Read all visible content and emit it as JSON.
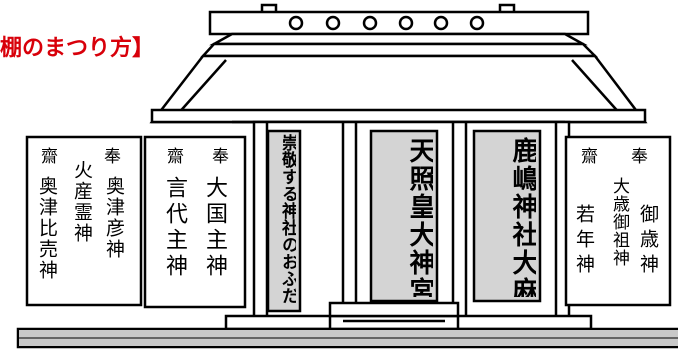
{
  "title": "棚のまつり方】",
  "left_plaque": {
    "header_left": "齋",
    "header_right": "奉",
    "col1": "奥津彦神",
    "col2": "火産霊神",
    "col3": "奥津比売神"
  },
  "second_plaque": {
    "header_left": "齋",
    "header_right": "奉",
    "col1": "大国主神",
    "col2": "言代主神"
  },
  "amulets": {
    "left": "崇敬する神社のおふだ",
    "center": "天照皇大神宮",
    "right": "鹿嶋神社大麻"
  },
  "right_plaque": {
    "header_left": "齋",
    "header_right": "奉",
    "col1": "御歳神",
    "col2": "大歳御祖神",
    "col3": "若年神"
  }
}
